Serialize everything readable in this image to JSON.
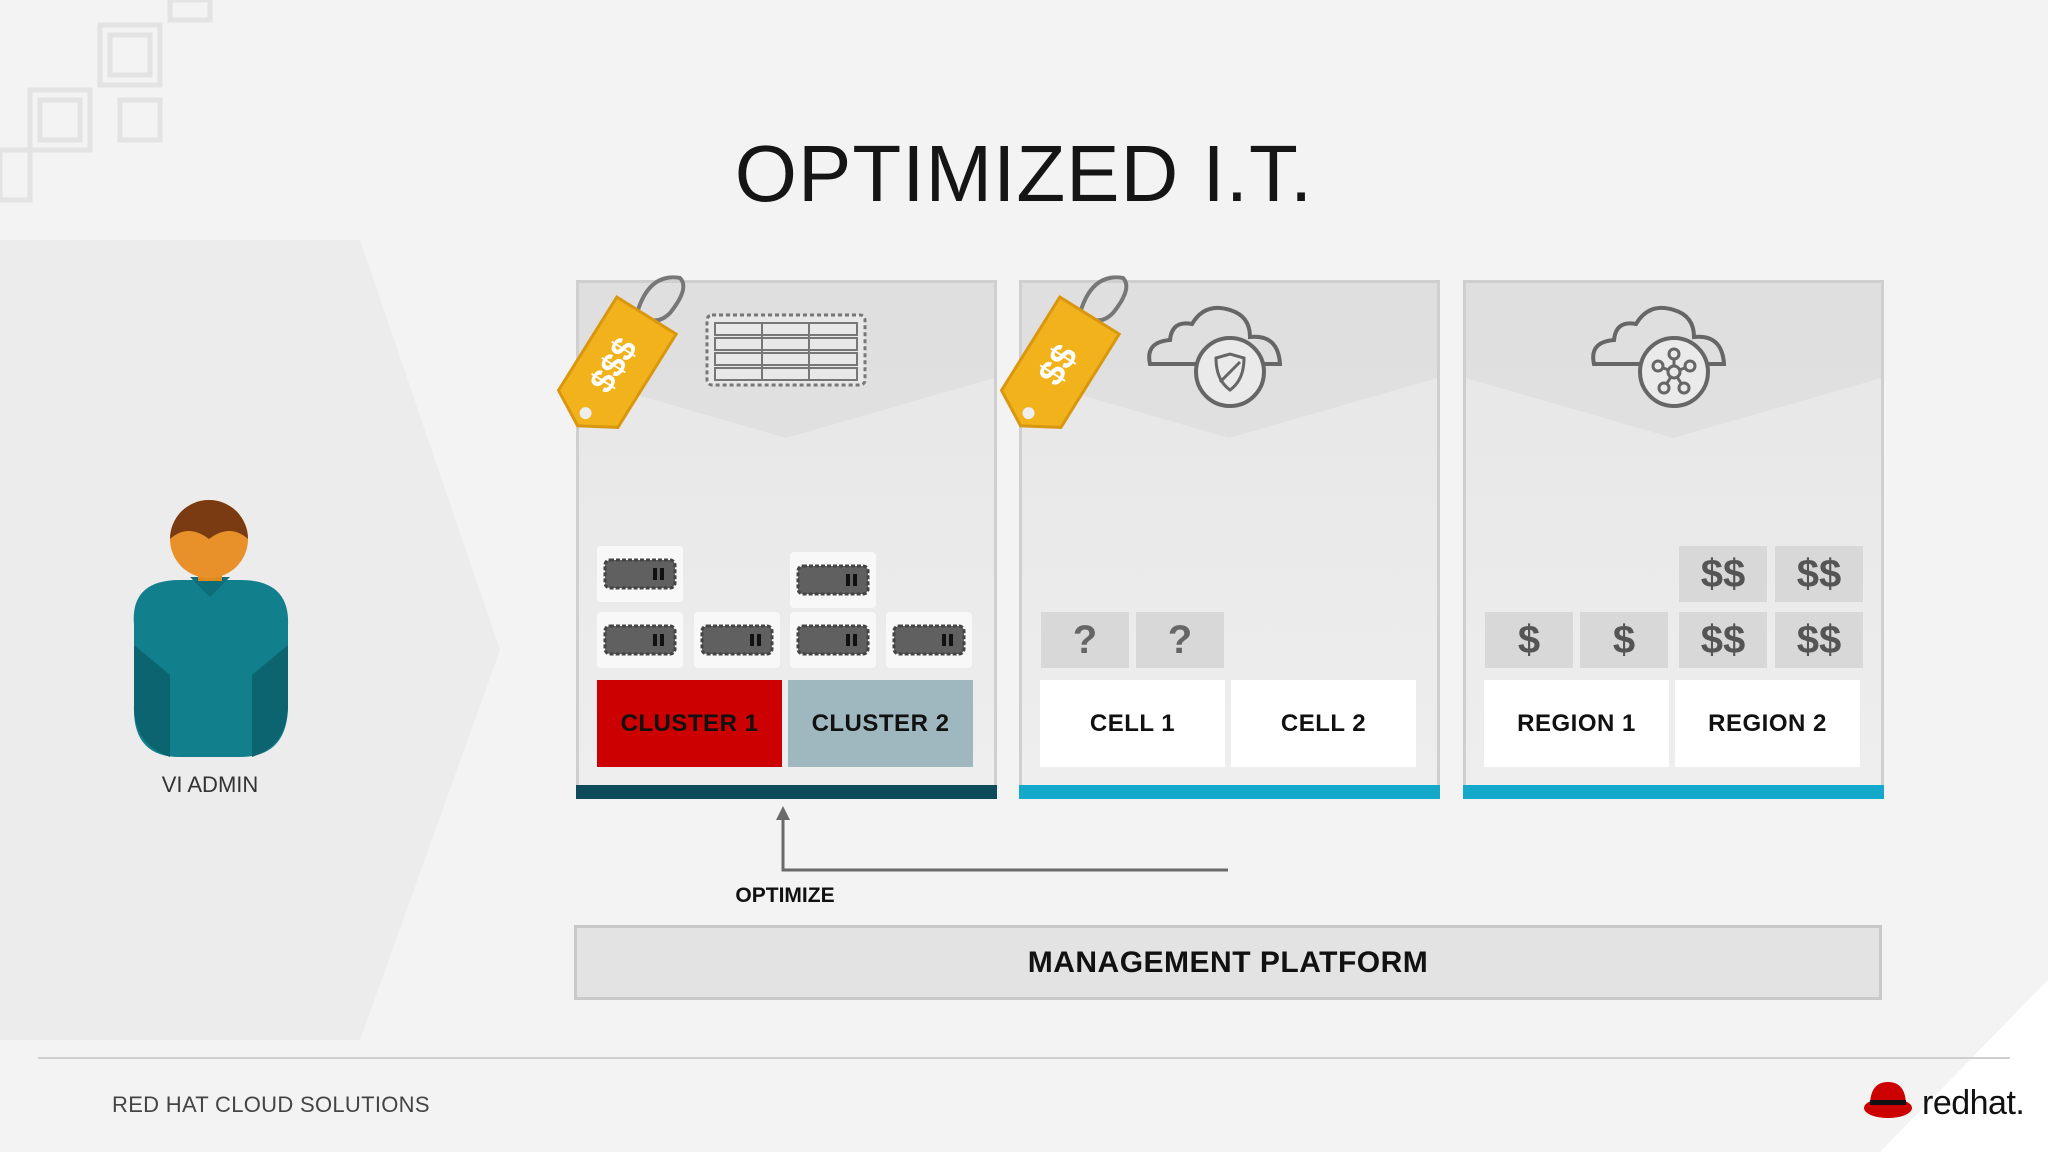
{
  "title": "OPTIMIZED I.T.",
  "admin": {
    "label": "VI ADMIN"
  },
  "panels": {
    "cluster": {
      "labels": [
        "CLUSTER 1",
        "CLUSTER 2"
      ],
      "price_tag": "$$$",
      "bar_color": "#0d4b5a"
    },
    "cell": {
      "labels": [
        "CELL 1",
        "CELL 2"
      ],
      "price_tag": "$$",
      "unknown_marks": [
        "?",
        "?"
      ],
      "bar_color": "#14a8cb"
    },
    "region": {
      "labels": [
        "REGION 1",
        "REGION 2"
      ],
      "cost_marks": [
        "$",
        "$",
        "$$",
        "$$",
        "$$",
        "$$"
      ],
      "bar_color": "#14a8cb"
    }
  },
  "colors": {
    "cluster1": "#cc0000",
    "cluster2": "#9fb7bf",
    "tag": "#f2b21b",
    "person_shirt": "#117f8c"
  },
  "optimize_label": "OPTIMIZE",
  "management_platform": "MANAGEMENT PLATFORM",
  "footer": {
    "left_text": "RED HAT CLOUD SOLUTIONS",
    "logo_text": "redhat."
  }
}
